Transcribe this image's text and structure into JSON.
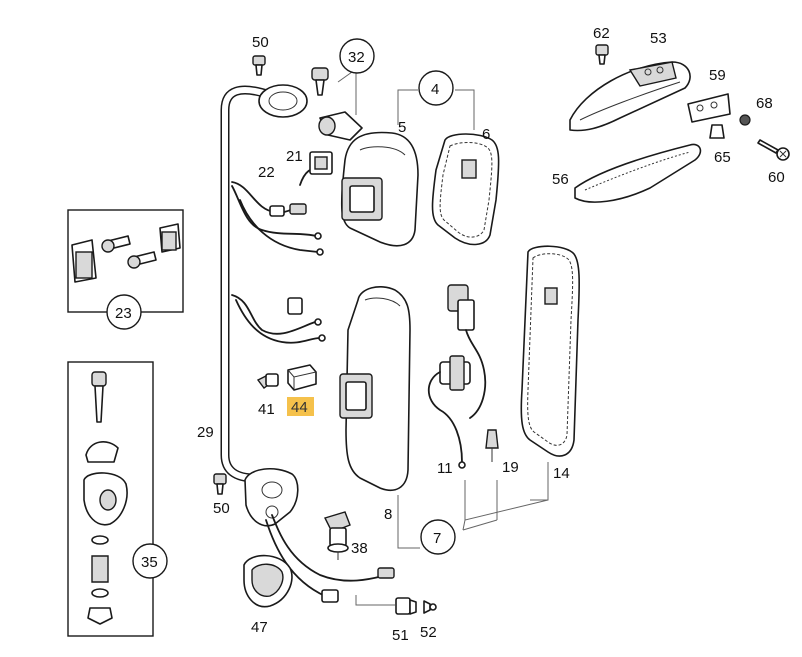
{
  "labels": {
    "p50a": "50",
    "p32": "32",
    "p4": "4",
    "p5": "5",
    "p6": "6",
    "p21": "21",
    "p22": "22",
    "p23": "23",
    "p29": "29",
    "p41": "41",
    "p44": "44",
    "p35": "35",
    "p50b": "50",
    "p8": "8",
    "p7": "7",
    "p11": "11",
    "p19": "19",
    "p14": "14",
    "p38": "38",
    "p47": "47",
    "p51": "51",
    "p52": "52",
    "p53": "53",
    "p56": "56",
    "p59": "59",
    "p60": "60",
    "p62": "62",
    "p65": "65",
    "p68": "68"
  },
  "highlight": {
    "part": "44",
    "color": "#f5c14b"
  }
}
